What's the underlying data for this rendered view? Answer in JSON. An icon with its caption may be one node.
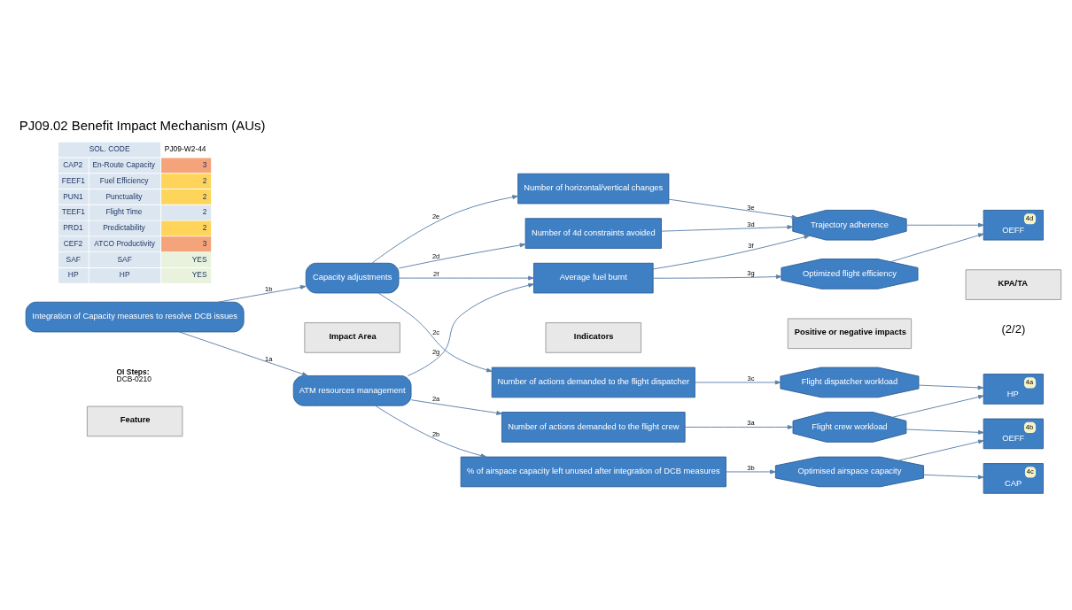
{
  "diagram": {
    "title": "PJ09.02 Benefit Impact Mechanism (AUs)",
    "nodes": [
      {
        "text": [
          "Integration of Capacity measures to resolve DCB issues"
        ]
      },
      {
        "text": [
          "ATM resources management"
        ]
      },
      {
        "text": [
          "Capacity adjustments"
        ]
      },
      {
        "text": [
          "Number of actions demanded to the flight crew"
        ]
      },
      {
        "text": [
          "% of airspace capacity left unused after integration of DCB measures"
        ]
      },
      {
        "text": [
          "Number of actions demanded to the flight dispatcher"
        ]
      },
      {
        "text": [
          "Number of 4d constraints avoided"
        ]
      },
      {
        "text": [
          "Number of horizontal/vertical changes"
        ]
      },
      {
        "text": [
          "Average fuel burnt"
        ]
      },
      {
        "text": [
          "Flight crew workload"
        ]
      },
      {
        "text": [
          "Optimised airspace capacity"
        ]
      },
      {
        "text": [
          "Flight dispatcher workload"
        ]
      },
      {
        "text": [
          "Trajectory adherence"
        ]
      },
      {
        "text": [
          "Optimized flight efficiency"
        ]
      },
      {
        "text": [
          "4a",
          "HP"
        ]
      },
      {
        "text": [
          "4b",
          "OEFF"
        ]
      },
      {
        "text": [
          "4c",
          "CAP"
        ]
      },
      {
        "text": [
          "4d",
          "OEFF"
        ]
      }
    ],
    "edges": [
      {
        "from": 0,
        "to": 1,
        "arrow": "to",
        "label": "1a"
      },
      {
        "from": 0,
        "to": 2,
        "arrow": "to",
        "label": "1b"
      },
      {
        "from": 1,
        "to": 3,
        "arrow": "to",
        "label": "2a"
      },
      {
        "from": 1,
        "to": 4,
        "arrow": "to",
        "label": "2b"
      },
      {
        "from": 1,
        "to": 8,
        "arrow": "to",
        "label": "2g"
      },
      {
        "from": 2,
        "to": 5,
        "arrow": "to",
        "label": "2c"
      },
      {
        "from": 2,
        "to": 6,
        "arrow": "to",
        "label": "2d"
      },
      {
        "from": 2,
        "to": 7,
        "arrow": "to",
        "label": "2e"
      },
      {
        "from": 2,
        "to": 8,
        "arrow": "to",
        "label": "2f"
      },
      {
        "from": 3,
        "to": 9,
        "arrow": "to",
        "label": "3a"
      },
      {
        "from": 4,
        "to": 10,
        "arrow": "to",
        "label": "3b"
      },
      {
        "from": 5,
        "to": 11,
        "arrow": "to",
        "label": "3c"
      },
      {
        "from": 6,
        "to": 12,
        "arrow": "to",
        "label": "3d"
      },
      {
        "from": 7,
        "to": 12,
        "arrow": "to",
        "label": "3e"
      },
      {
        "from": 8,
        "to": 12,
        "arrow": "to",
        "label": "3f"
      },
      {
        "from": 8,
        "to": 13,
        "arrow": "to",
        "label": "3g"
      },
      {
        "from": 9,
        "to": 14,
        "arrow": "to"
      },
      {
        "from": 9,
        "to": 15,
        "arrow": "to"
      },
      {
        "from": 10,
        "to": 15,
        "arrow": "to"
      },
      {
        "from": 10,
        "to": 16,
        "arrow": "to"
      },
      {
        "from": 11,
        "to": 14,
        "arrow": "to"
      },
      {
        "from": 12,
        "to": 17,
        "arrow": "to"
      },
      {
        "from": 13,
        "to": 17,
        "arrow": "to"
      }
    ],
    "labels": [
      "(2/2)",
      "SOL. CODE",
      "PJ09-W2-44",
      "CAP2",
      "En-Route Capacity",
      "3",
      "FEEF1",
      "Fuel Efficiency",
      "2",
      "PUN1",
      "Punctuality",
      "2",
      "TEEF1",
      "Flight Time",
      "2",
      "PRD1",
      "Predictability",
      "2",
      "CEF2",
      "ATCO Productivity",
      "3",
      "SAF",
      "SAF",
      "YES",
      "HP",
      "HP",
      "YES",
      "OI Steps:",
      "DCB-0210",
      "Feature",
      "Impact Area",
      "Indicators",
      "Positive or negative impacts",
      "KPA/TA"
    ]
  }
}
